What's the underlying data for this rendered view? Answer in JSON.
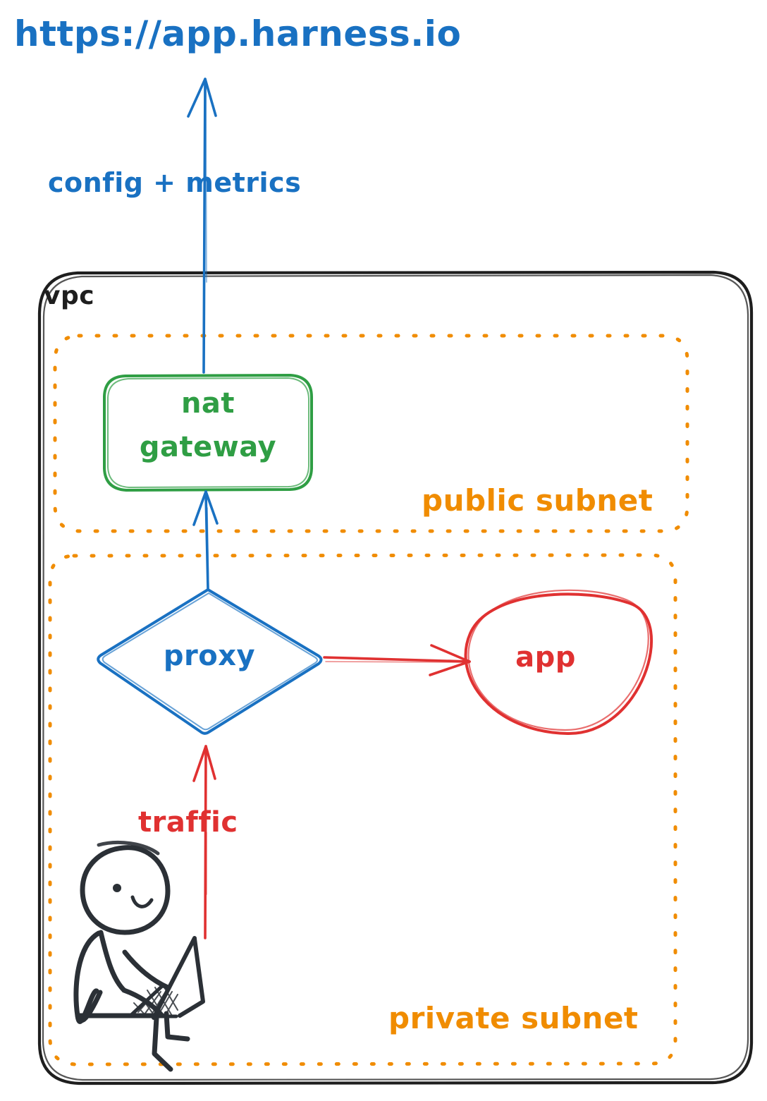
{
  "diagram": {
    "title_url": "https://app.harness.io",
    "outer_boundary_label": "vpc",
    "edges": {
      "config_metrics": "config + metrics",
      "traffic": "traffic"
    },
    "subnets": [
      {
        "id": "public",
        "label": "public subnet",
        "color": "#f08c00"
      },
      {
        "id": "private",
        "label": "private subnet",
        "color": "#f08c00"
      }
    ],
    "nodes": {
      "nat_gateway": {
        "label_line1": "nat",
        "label_line2": "gateway",
        "shape": "rounded-rect",
        "color": "#2f9e44"
      },
      "proxy": {
        "label": "proxy",
        "shape": "diamond",
        "color": "#1971c2"
      },
      "app": {
        "label": "app",
        "shape": "ellipse",
        "color": "#e03131"
      },
      "user": {
        "label": "",
        "shape": "stick-figure-with-laptop",
        "color": "#1e1e1e"
      }
    },
    "colors": {
      "blue": "#1971c2",
      "green": "#2f9e44",
      "orange": "#f08c00",
      "red": "#e03131",
      "black": "#1e1e1e",
      "background": "#ffffff"
    }
  }
}
